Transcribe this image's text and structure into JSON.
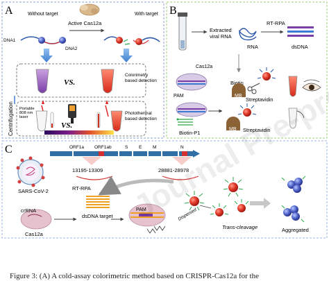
{
  "panels": {
    "a": {
      "letter": "A",
      "without_target": "Without target",
      "with_target": "With target",
      "active_cas": "Active Cas12a",
      "dna1": "DNA1",
      "dna2": "DNA2",
      "vs1": "VS.",
      "vs2": "VS.",
      "colorimetry": "Colorimetry based detection",
      "colorimetry_line1": "Colorimetry",
      "colorimetry_line2": "based detection",
      "photothermal_line1": "Photothermal",
      "photothermal_line2": "based detection",
      "centrifugation": "Centrifugation",
      "laser_line1": "Portable",
      "laser_line2": "808 nm",
      "laser_line3": "laser"
    },
    "b": {
      "letter": "B",
      "extracted_line1": "Extracted",
      "extracted_line2": "viral RNA",
      "rna": "RNA",
      "rt_rpa": "RT-RPA",
      "dsdna": "dsDNA",
      "cas12a": "Cas12a",
      "pam": "PAM",
      "biotin": "Biotin",
      "streptavidin_top": "Streptavidin",
      "streptavidin_bottom": "Streptavidin",
      "mb_top": "MB",
      "mb_bottom": "MB",
      "biotin_p1": "Biotin-P1"
    },
    "c": {
      "letter": "C",
      "sars": "SARS-CoV-2",
      "orf1a": "ORF1a",
      "orf1ab": "ORF1ab",
      "s": "S",
      "e": "E",
      "m": "M",
      "n": "N",
      "region1": "13195-13309",
      "region2": "28881-28978",
      "rt_rpa": "RT-RPA",
      "crrna": "crRNA",
      "cas12a": "Cas12a",
      "dsdna_target": "dsDNA target",
      "pam": "PAM",
      "dispersed": "Dispersed",
      "trans_cleavage": "Trans-cleavage",
      "aggregated": "Aggregated"
    }
  },
  "watermark": "Journal Pre-proof",
  "caption": "Figure 3: (A) A cold-assay colorimetric method based on CRISPR-Cas12a for the",
  "colors": {
    "panel_a_border": "#8aa2c8",
    "panel_b_border": "#9ccc7a",
    "panel_c_border": "#9bb4e0",
    "gold_np": "#e23a2a",
    "genome_bar": "#2f6fa6",
    "arrow_blue": "#4a8fd8",
    "dsdna_orange": "#f0a020",
    "rna_blue": "#2a57a8"
  }
}
